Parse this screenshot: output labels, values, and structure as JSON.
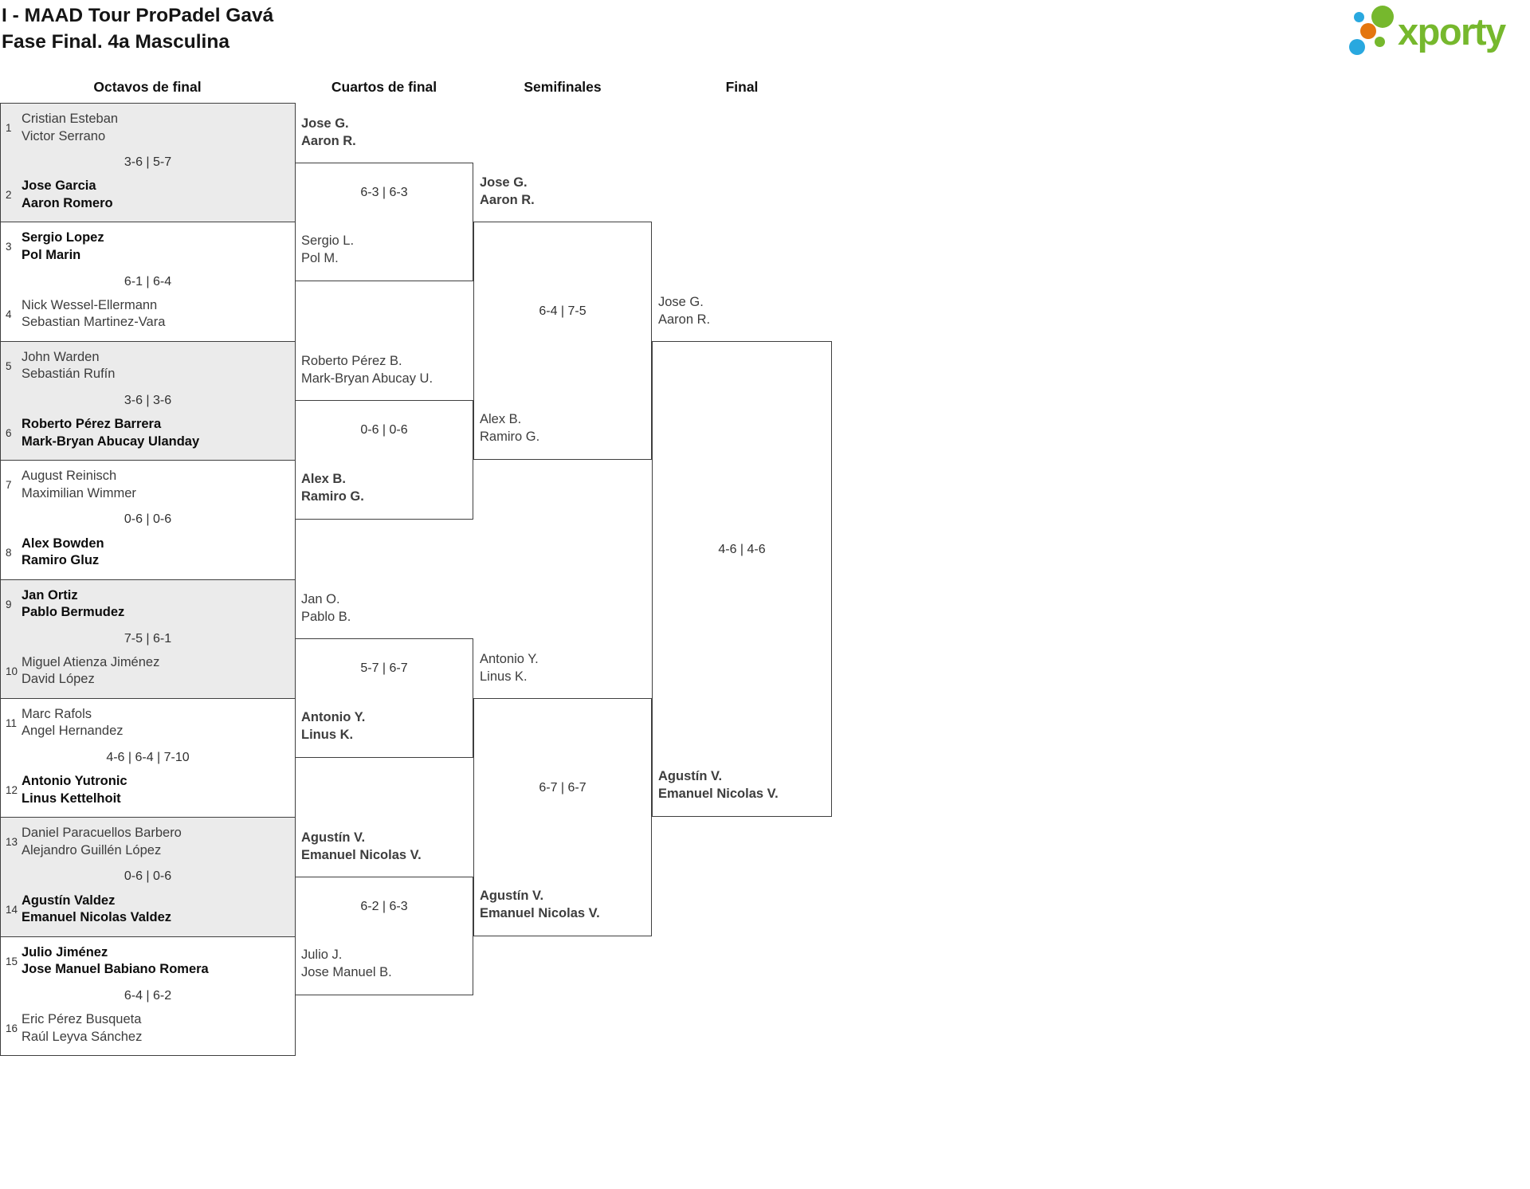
{
  "header": {
    "title": "I - MAAD Tour ProPadel Gavá",
    "subtitle": "Fase Final. 4a Masculina"
  },
  "logo": {
    "brand": "xporty"
  },
  "colors": {
    "brand_green": "#76b82d",
    "brand_blue": "#29a8df",
    "brand_orange": "#e4760e",
    "shaded_cell": "#ebebeb",
    "bracket_line": "#3f3f3f"
  },
  "columns": {
    "r16": "Octavos de final",
    "qf": "Cuartos de final",
    "sf": "Semifinales",
    "f": "Final"
  },
  "r16": [
    {
      "seed1": "1",
      "team1": "Cristian Esteban\nVictor Serrano",
      "score": "3-6 | 5-7",
      "seed2": "2",
      "team2": "Jose Garcia\nAaron Romero",
      "winner": "bottom"
    },
    {
      "seed1": "3",
      "team1": "Sergio Lopez\nPol Marin",
      "score": "6-1 | 6-4",
      "seed2": "4",
      "team2": "Nick Wessel-Ellermann\nSebastian Martinez-Vara",
      "winner": "top"
    },
    {
      "seed1": "5",
      "team1": "John Warden\nSebastián Rufín",
      "score": "3-6 | 3-6",
      "seed2": "6",
      "team2": "Roberto Pérez Barrera\nMark-Bryan Abucay Ulanday",
      "winner": "bottom"
    },
    {
      "seed1": "7",
      "team1": "August Reinisch\nMaximilian Wimmer",
      "score": "0-6 | 0-6",
      "seed2": "8",
      "team2": "Alex Bowden\nRamiro Gluz",
      "winner": "bottom"
    },
    {
      "seed1": "9",
      "team1": "Jan Ortiz\nPablo Bermudez",
      "score": "7-5 | 6-1",
      "seed2": "10",
      "team2": "Miguel Atienza Jiménez\nDavid López",
      "winner": "top"
    },
    {
      "seed1": "11",
      "team1": "Marc Rafols\nAngel Hernandez",
      "score": "4-6 | 6-4 | 7-10",
      "seed2": "12",
      "team2": "Antonio Yutronic\nLinus Kettelhoit",
      "winner": "bottom"
    },
    {
      "seed1": "13",
      "team1": "Daniel Paracuellos Barbero\nAlejandro Guillén López",
      "score": "0-6 | 0-6",
      "seed2": "14",
      "team2": "Agustín Valdez\nEmanuel Nicolas Valdez",
      "winner": "bottom"
    },
    {
      "seed1": "15",
      "team1": "Julio Jiménez\nJose Manuel Babiano Romera",
      "score": "6-4 | 6-2",
      "seed2": "16",
      "team2": "Eric Pérez Busqueta\nRaúl Leyva Sánchez",
      "winner": "top"
    }
  ],
  "qf": [
    {
      "top": "Jose G.\nAaron R.",
      "score": "6-3 | 6-3",
      "bottom": "Sergio L.\nPol M.",
      "winner": "top"
    },
    {
      "top": "Roberto Pérez B.\nMark-Bryan Abucay U.",
      "score": "0-6 | 0-6",
      "bottom": "Alex B.\nRamiro G.",
      "winner": "bottom"
    },
    {
      "top": "Jan O.\nPablo B.",
      "score": "5-7 | 6-7",
      "bottom": "Antonio Y.\nLinus K.",
      "winner": "bottom"
    },
    {
      "top": "Agustín V.\nEmanuel Nicolas V.",
      "score": "6-2 | 6-3",
      "bottom": "Julio J.\nJose Manuel B.",
      "winner": "top"
    }
  ],
  "sf": [
    {
      "top": "Jose G.\nAaron R.",
      "score": "6-4 | 7-5",
      "bottom": "Alex B.\nRamiro G.",
      "winner": "top"
    },
    {
      "top": "Antonio Y.\nLinus K.",
      "score": "6-7 | 6-7",
      "bottom": "Agustín V.\nEmanuel Nicolas V.",
      "winner": "bottom"
    }
  ],
  "final": {
    "top": "Jose G.\nAaron R.",
    "score": "4-6 | 4-6",
    "bottom": "Agustín V.\nEmanuel Nicolas V.",
    "winner": "bottom"
  }
}
